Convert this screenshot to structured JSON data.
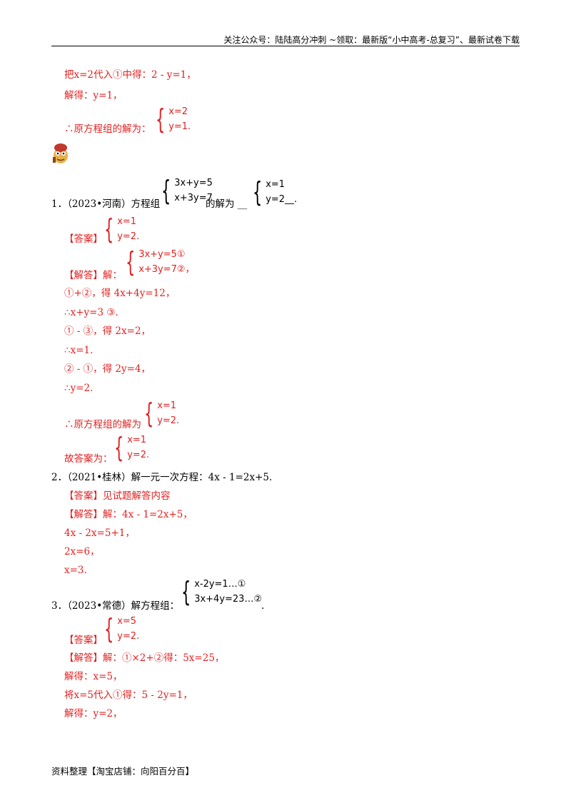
{
  "header": {
    "text": "关注公众号：陆陆高分冲刺 ~领取：最新版“小中高考-总复习”、最新试卷下载"
  },
  "intro": {
    "line1": "把x=2代入①中得：2 - y=1，",
    "line2": "解得：y=1，",
    "conclusion_prefix": "∴原方程组的解为：",
    "sol_eq1": "x=2",
    "sol_eq2": "y=1.",
    "mascot_icon": "cartoon-mascot-icon"
  },
  "q1": {
    "prefix": "1．（2023•河南）方程组",
    "sys_eq1": "3x+y=5",
    "sys_eq2": "x+3y=7",
    "mid": "的解为 __",
    "ans_eq1": "x=1",
    "ans_eq2": "y=2__.",
    "answer_label": "【答案】",
    "answer_eq1": "x=1",
    "answer_eq2": "y=2.",
    "analysis_label": "【解答】解：",
    "analysis_eq1": "3x+y=5①",
    "analysis_eq2": "x+3y=7②，",
    "steps": [
      "①+②，得 4x+4y=12，",
      "∴x+y=3 ③.",
      "① - ③，得 2x=2，",
      "∴x=1.",
      "② - ①，得 2y=4，",
      "∴y=2."
    ],
    "conclusion_prefix": "∴原方程组的解为",
    "conclusion_eq1": "x=1",
    "conclusion_eq2": "y=2.",
    "final_prefix": "故答案为：",
    "final_eq1": "x=1",
    "final_eq2": "y=2."
  },
  "q2": {
    "prefix": "2．（2021•桂林）解一元一次方程：4x - 1=2x+5.",
    "answer": "【答案】见试题解答内容",
    "analysis": "【解答】解：4x - 1=2x+5，",
    "steps": [
      "4x - 2x=5+1，",
      "2x=6，",
      "x=3."
    ]
  },
  "q3": {
    "prefix": "3．（2023•常德）解方程组：",
    "sys_eq1": "x-2y=1…①",
    "sys_eq2": "3x+4y=23…②",
    "suffix": ".",
    "answer_label": "【答案】",
    "answer_eq1": "x=5",
    "answer_eq2": "y=2.",
    "analysis": "【解答】解：①×2+②得：5x=25，",
    "steps": [
      "解得：x=5，",
      "将x=5代入①得：5 - 2y=1，",
      "解得：y=2，"
    ]
  },
  "footer": {
    "text": "资料整理【淘宝店铺：向阳百分百】"
  }
}
